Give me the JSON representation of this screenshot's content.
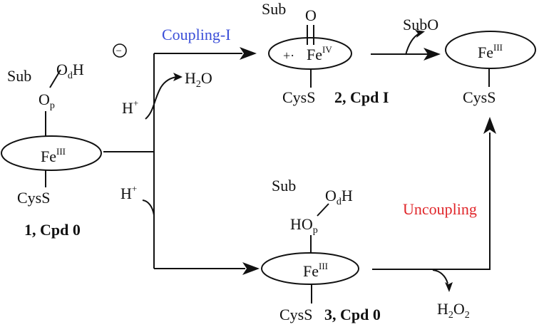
{
  "species": {
    "cpd0_left": {
      "sub": "Sub",
      "o_distal": "O",
      "o_distal_sub": "d",
      "o_distal_h": "H",
      "o_proximal": "O",
      "o_proximal_sub": "p",
      "charge": "−",
      "iron": "Fe",
      "iron_ox": "III",
      "ligand": "CysS",
      "label": "1, Cpd 0"
    },
    "cpd1": {
      "sub": "Sub",
      "oxo": "O",
      "radical": "+·",
      "iron": "Fe",
      "iron_ox": "IV",
      "ligand": "CysS",
      "label": "2, Cpd I"
    },
    "cpd0_bottom": {
      "sub": "Sub",
      "ho_proximal": "HO",
      "o_proximal_sub": "p",
      "o_distal": "O",
      "o_distal_sub": "d",
      "o_distal_h": "H",
      "iron": "Fe",
      "iron_ox": "III",
      "ligand": "CysS",
      "label": "3, Cpd 0"
    },
    "resting": {
      "iron": "Fe",
      "iron_ox": "III",
      "ligand": "CysS"
    }
  },
  "reagents": {
    "proton_top": "H",
    "proton_top_sup": "+",
    "water": "H",
    "water_sub": "2",
    "water_o": "O",
    "proton_bottom": "H",
    "proton_bottom_sup": "+",
    "subo": "SubO",
    "h2o2_h": "H",
    "h2o2_sub1": "2",
    "h2o2_o": "O",
    "h2o2_sub2": "2"
  },
  "pathways": {
    "coupling": {
      "label": "Coupling-I",
      "color": "#3b4fd8"
    },
    "uncoupling": {
      "label": "Uncoupling",
      "color": "#e0262a"
    }
  }
}
